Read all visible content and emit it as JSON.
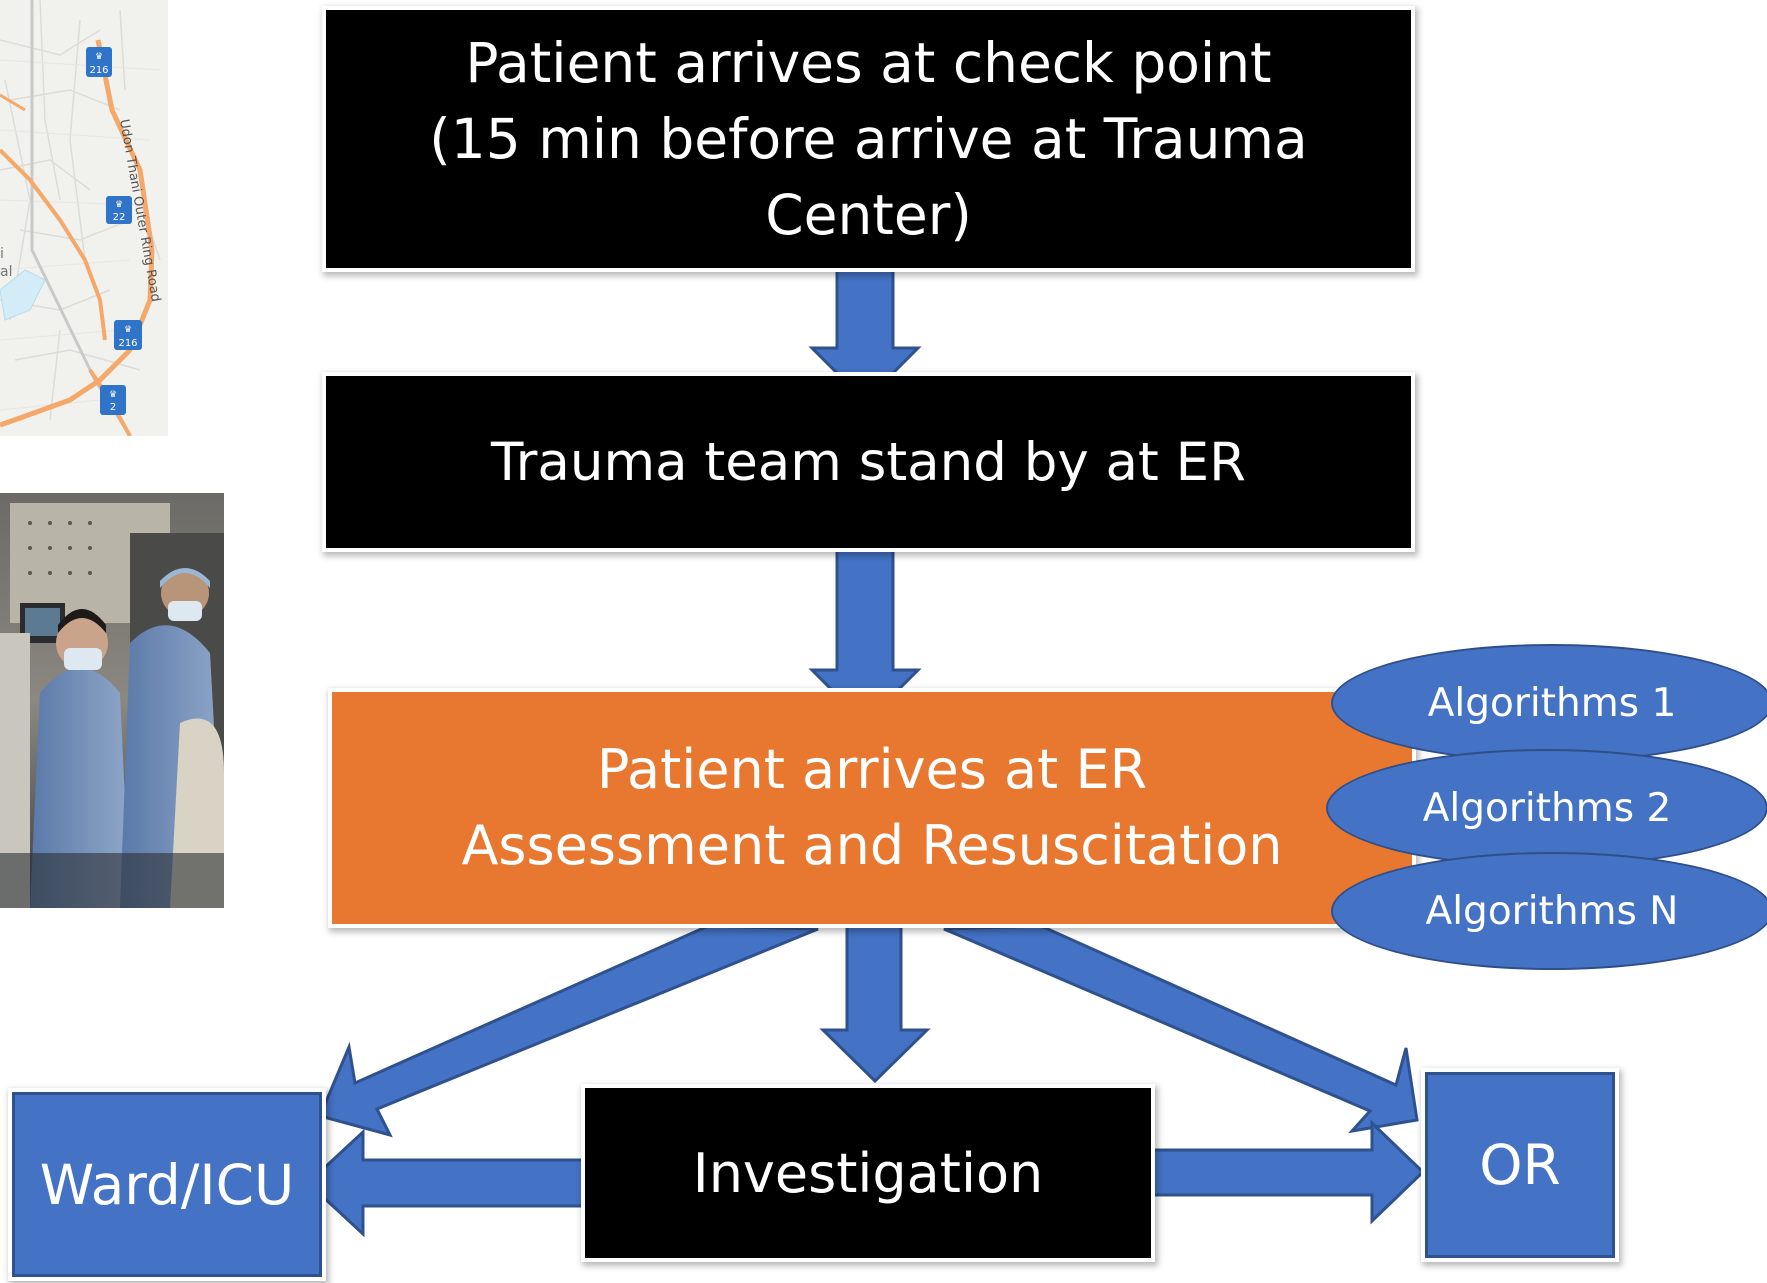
{
  "map": {
    "road_label": "Udon Thani Outer Ring Road",
    "shields": [
      "216",
      "22",
      "216",
      "2"
    ],
    "edge_text_1": "i",
    "edge_text_2": "al"
  },
  "flow": {
    "checkpoint_line1": "Patient arrives at check point",
    "checkpoint_line2": "(15 min before arrive at Trauma Center)",
    "standby": "Trauma team stand by at ER",
    "er_line1": "Patient arrives at ER",
    "er_line2": "Assessment and Resuscitation",
    "ward": "Ward/ICU",
    "investigation": "Investigation",
    "or": "OR"
  },
  "algorithms": [
    "Algorithms 1",
    "Algorithms 2",
    "Algorithms N"
  ],
  "colors": {
    "black_box": "#000000",
    "orange_box": "#e8772f",
    "blue": "#4472c4",
    "map_road": "#f5a86a",
    "map_shield": "#2f74c9"
  }
}
